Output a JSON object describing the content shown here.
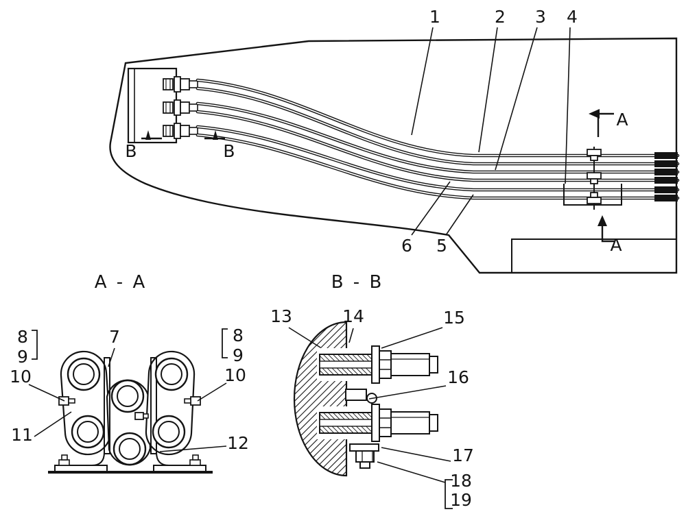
{
  "colors": {
    "ink": "#141414",
    "background": "#ffffff"
  },
  "main_view": {
    "labels": {
      "part_1": "1",
      "part_2": "2",
      "part_3": "3",
      "part_4": "4",
      "part_5": "5",
      "part_6": "6"
    },
    "markers": {
      "section_a": "A",
      "section_b": "B"
    }
  },
  "section_aa": {
    "title": "A - A",
    "labels": {
      "left_8": "8",
      "left_9": "9",
      "left_10": "10",
      "part_7": "7",
      "right_8": "8",
      "right_9": "9",
      "right_10": "10",
      "part_11": "11",
      "part_12": "12"
    }
  },
  "section_bb": {
    "title": "B - B",
    "labels": {
      "part_13": "13",
      "part_14": "14",
      "part_15": "15",
      "part_16": "16",
      "part_17": "17",
      "part_18": "18",
      "part_19": "19"
    }
  }
}
